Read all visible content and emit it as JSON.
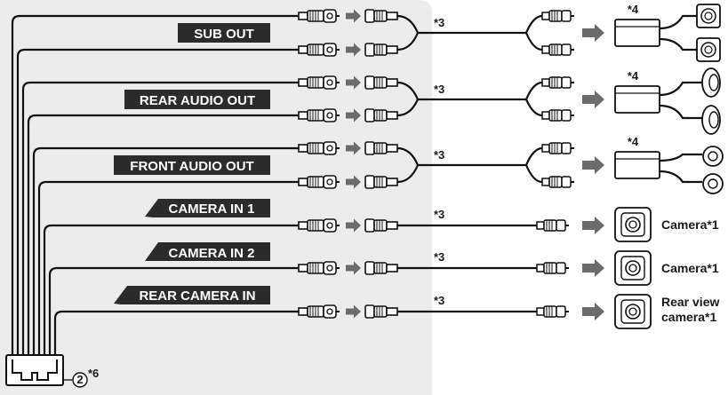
{
  "connectors": [
    {
      "label": "SUB OUT",
      "note": "*3",
      "amp_note": "*4"
    },
    {
      "label": "REAR AUDIO OUT",
      "note": "*3",
      "amp_note": "*4"
    },
    {
      "label": "FRONT AUDIO OUT",
      "note": "*3",
      "amp_note": "*4"
    },
    {
      "label": "CAMERA IN 1",
      "note": "*3",
      "device_label": "Camera*1"
    },
    {
      "label": "CAMERA IN 2",
      "note": "*3",
      "device_label": "Camera*1"
    },
    {
      "label": "REAR CAMERA IN",
      "note": "*3",
      "device_label_line1": "Rear view",
      "device_label_line2": "camera*1"
    }
  ],
  "harness": {
    "number": "2",
    "note": "*6"
  },
  "icons": {
    "arrow": "right-arrow-icon",
    "rca_plug": "rca-plug-icon",
    "amplifier": "amplifier-icon",
    "camera": "camera-icon",
    "subwoofer": "subwoofer-icon",
    "speaker": "speaker-icon"
  },
  "colors": {
    "panel": "#ececec",
    "label_bg": "#2b2b2b",
    "arrow": "#6b6b6b",
    "line": "#111111"
  }
}
